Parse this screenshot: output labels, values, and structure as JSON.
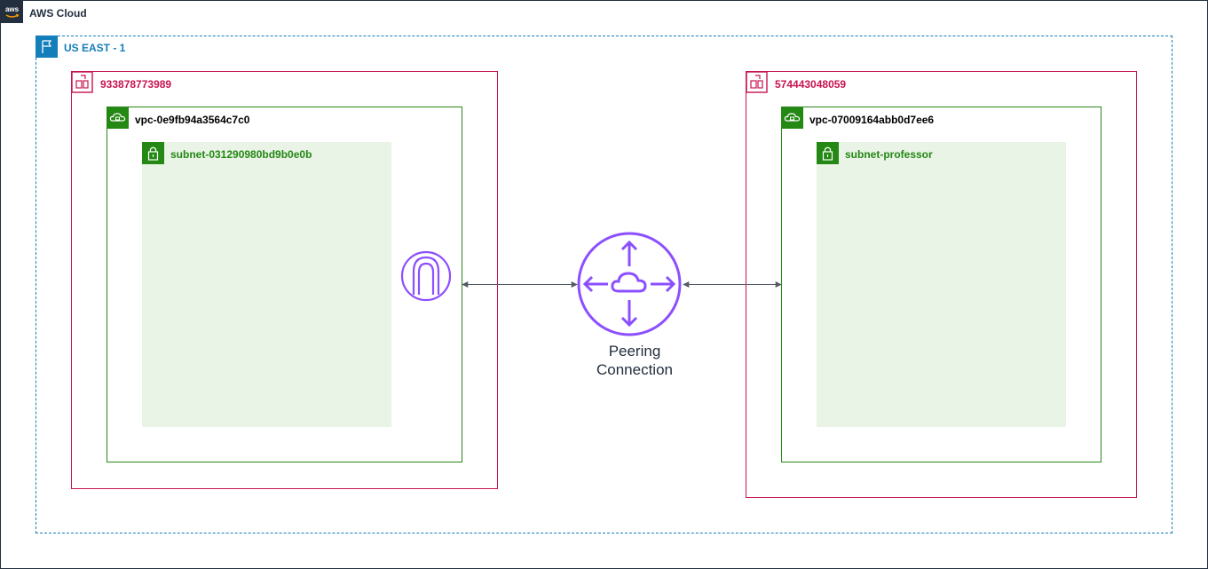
{
  "cloud": {
    "title": "AWS Cloud"
  },
  "region": {
    "title": "US EAST - 1"
  },
  "accounts": [
    {
      "id": "933878773989",
      "vpc": {
        "id": "vpc-0e9fb94a3564c7c0"
      },
      "subnet": {
        "name": "subnet-031290980bd9b0e0b"
      },
      "endpoint_icon": "peering-gateway-icon"
    },
    {
      "id": "574443048059",
      "vpc": {
        "id": "vpc-07009164abb0d7ee6"
      },
      "subnet": {
        "name": "subnet-professor"
      }
    }
  ],
  "peering": {
    "label_line1": "Peering",
    "label_line2": "Connection",
    "icon": "vpc-peering-connection-icon"
  },
  "colors": {
    "cloud_border": "#232f3e",
    "region": "#147eba",
    "account": "#c7134e",
    "vpc": "#248814",
    "subnet_fill": "#e9f3e6",
    "peering": "#8c4fff",
    "arrow": "#545b64"
  }
}
